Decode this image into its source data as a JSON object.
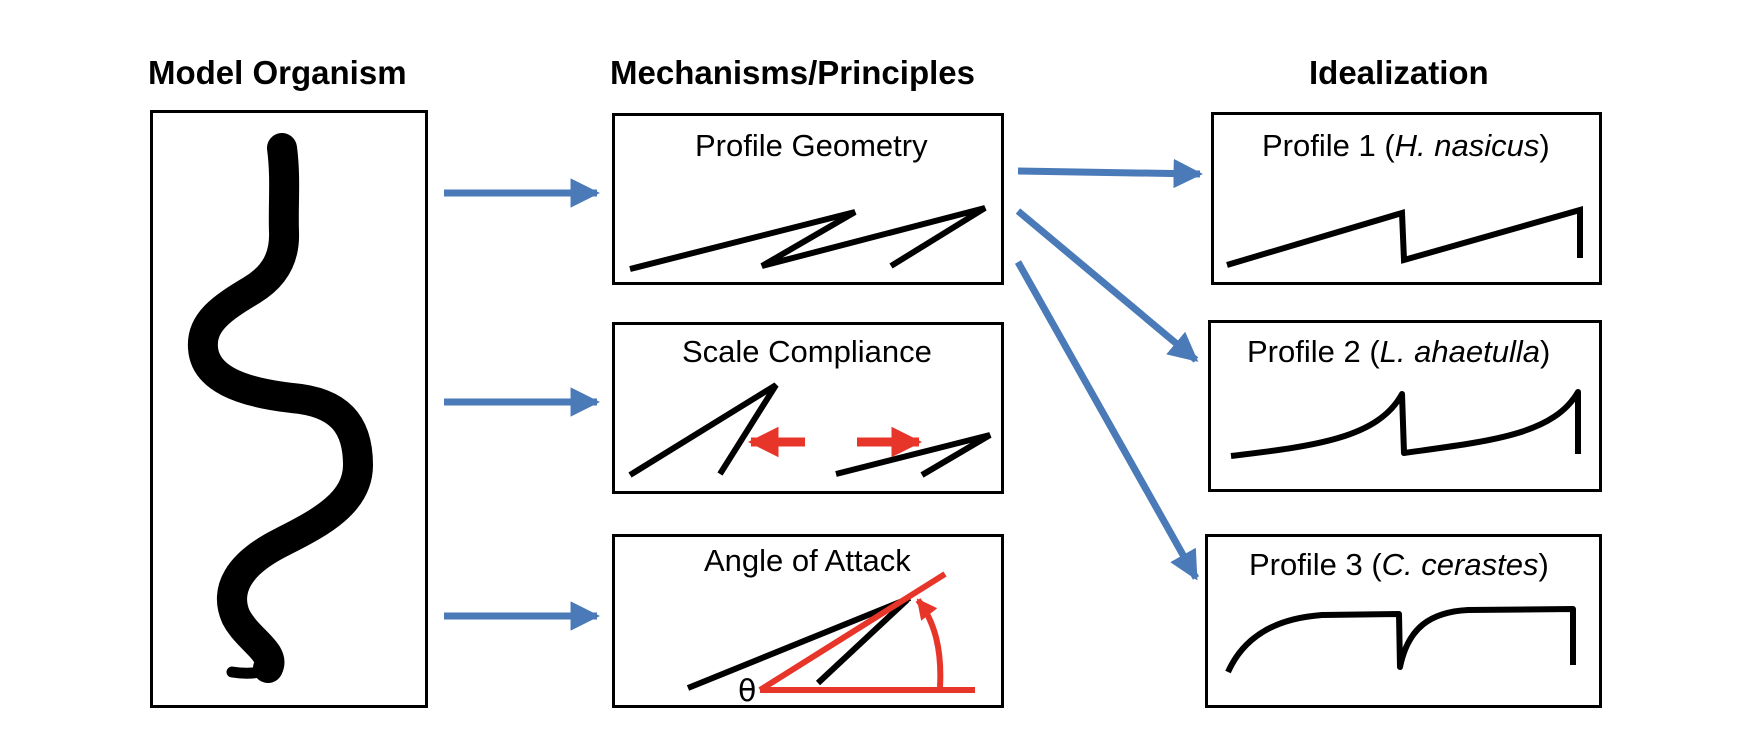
{
  "headers": {
    "model_organism": "Model Organism",
    "mechanisms": "Mechanisms/Principles",
    "idealization": "Idealization"
  },
  "mechanisms": {
    "profile_geometry": "Profile Geometry",
    "scale_compliance": "Scale Compliance",
    "angle_of_attack": "Angle of Attack",
    "theta_symbol": "θ"
  },
  "profiles": [
    {
      "prefix": "Profile 1 (",
      "species": "H. nasicus",
      "suffix": ")"
    },
    {
      "prefix": "Profile 2 (",
      "species": "L. ahaetulla",
      "suffix": ")"
    },
    {
      "prefix": "Profile 3 (",
      "species": "C. cerastes",
      "suffix": ")"
    }
  ],
  "colors": {
    "arrow_blue": "#4a7ab8",
    "accent_red": "#e8352a",
    "line_black": "#000000"
  },
  "icons": {
    "organism": "snake-silhouette-icon"
  }
}
